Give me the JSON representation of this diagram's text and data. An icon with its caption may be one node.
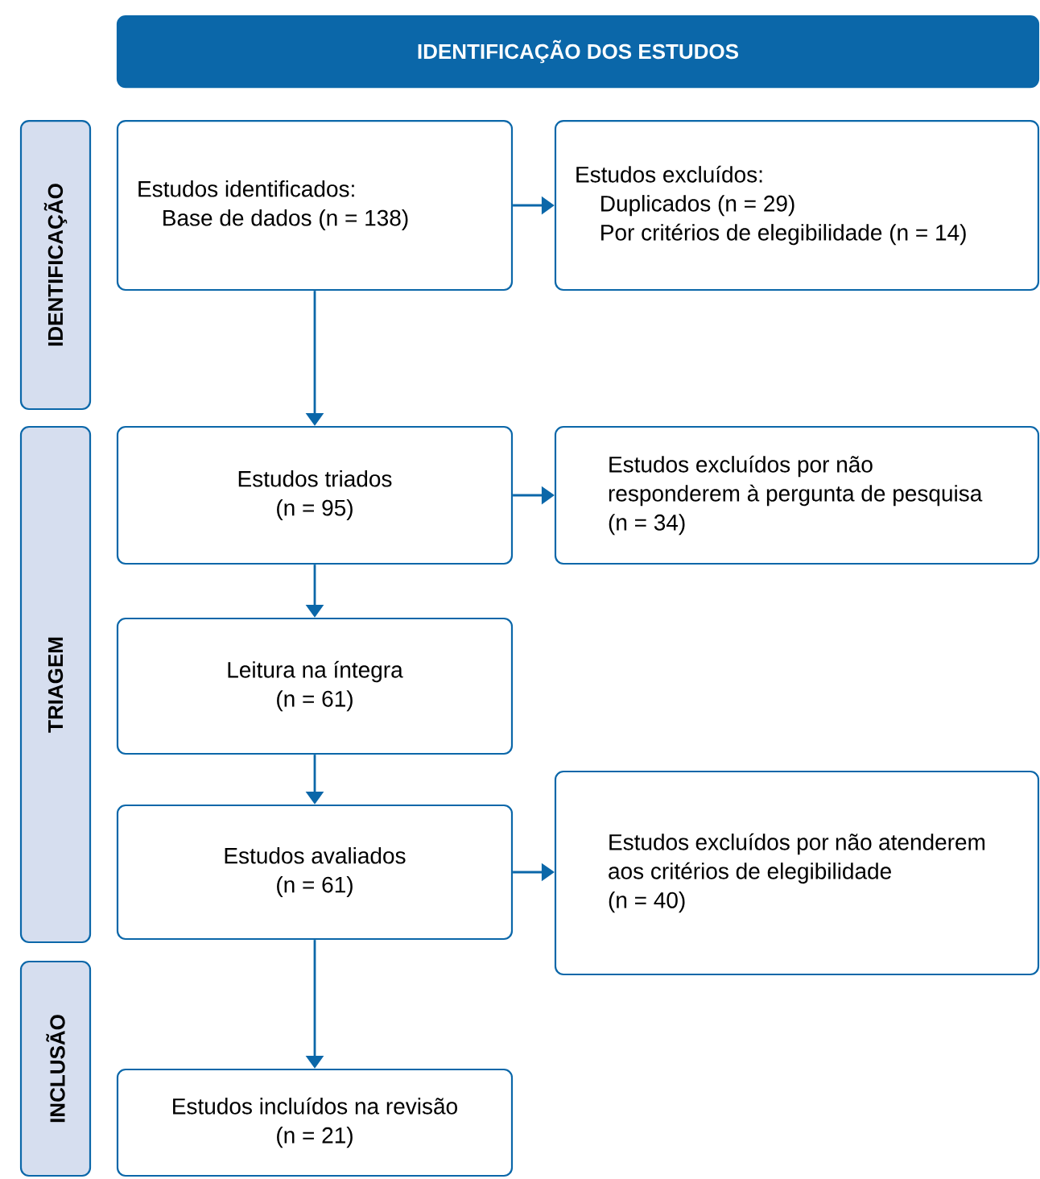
{
  "diagram": {
    "nodes": [
      {
        "text": [
          "IDENTIFICAÇÃO DOS ESTUDOS"
        ]
      },
      {
        "text": [
          "IDENTIFICAÇÃO"
        ]
      },
      {
        "text": [
          "TRIAGEM"
        ]
      },
      {
        "text": [
          "INCLUSÃO"
        ]
      },
      {
        "text": [
          "Estudos identificados:",
          "Base de dados (n = 138)"
        ]
      },
      {
        "text": [
          "Estudos excluídos:",
          "Duplicados (n = 29)",
          "Por critérios de elegibilidade (n = 14)"
        ]
      },
      {
        "text": [
          "Estudos triados",
          "(n = 95)"
        ]
      },
      {
        "text": [
          "Estudos excluídos por não responderem à pergunta de pesquisa (n = 34)"
        ]
      },
      {
        "text": [
          "Leitura na íntegra",
          "(n = 61)"
        ]
      },
      {
        "text": [
          "Estudos avaliados",
          "(n = 61)"
        ]
      },
      {
        "text": [
          "Estudos excluídos por não atenderem aos critérios de elegibilidade",
          "(n = 40)"
        ]
      },
      {
        "text": [
          "Estudos incluídos na revisão",
          "(n = 21)"
        ]
      }
    ],
    "edges": [
      {
        "from": 4,
        "to": 5,
        "arrow": "to"
      },
      {
        "from": 4,
        "to": 6,
        "arrow": "to"
      },
      {
        "from": 6,
        "to": 7,
        "arrow": "to"
      },
      {
        "from": 6,
        "to": 8,
        "arrow": "to"
      },
      {
        "from": 8,
        "to": 9,
        "arrow": "to"
      },
      {
        "from": 9,
        "to": 10,
        "arrow": "to"
      },
      {
        "from": 9,
        "to": 11,
        "arrow": "to"
      }
    ]
  }
}
